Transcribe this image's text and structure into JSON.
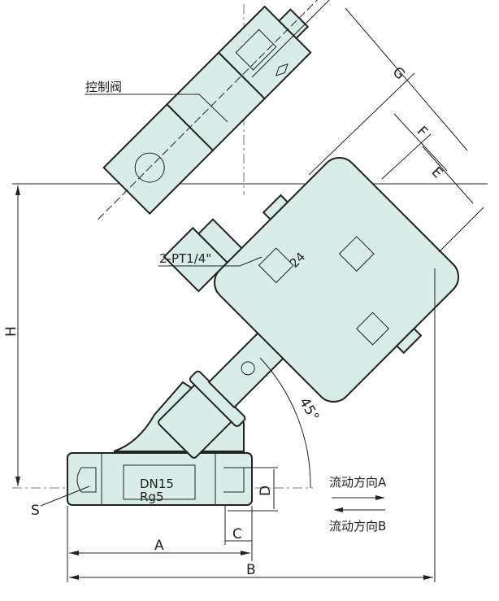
{
  "labels": {
    "control_valve": "控制阀",
    "port": "2-PT1/4\"",
    "wrench": "24",
    "dim_g": "G",
    "dim_f": "F",
    "dim_e": "E",
    "dim_h": "H",
    "angle": "45°",
    "size": "DN15",
    "thread": "Rg5",
    "dim_d": "D",
    "dim_s": "S",
    "dim_c": "C",
    "dim_a": "A",
    "dim_b": "B",
    "flow_a": "流动方向A",
    "flow_b": "流动方向B"
  },
  "colors": {
    "body_fill": "#d8ece8",
    "line": "#222222"
  }
}
